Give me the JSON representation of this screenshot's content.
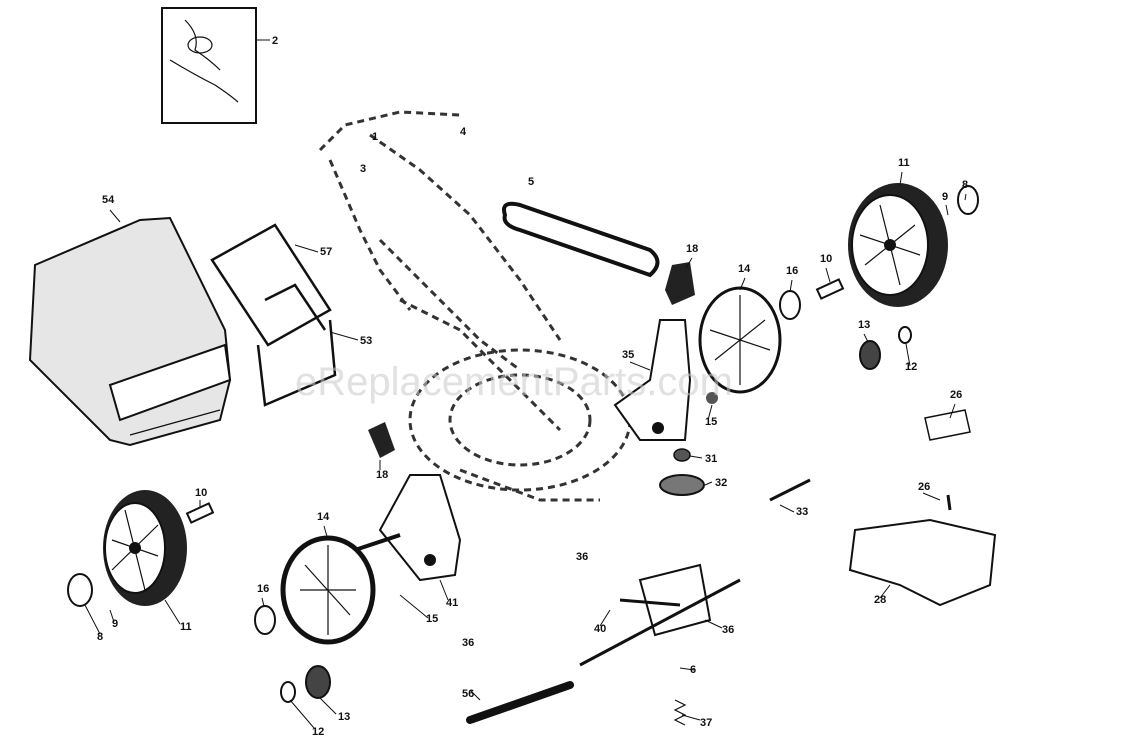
{
  "watermark": "eReplacementParts.com",
  "corner_mark": "",
  "part_labels": {
    "p2": "2",
    "p1": "1",
    "p4": "4",
    "p3": "3",
    "p5": "5",
    "p54": "54",
    "p57": "57",
    "p53": "53",
    "p18a": "18",
    "p18b": "18",
    "p14a": "14",
    "p14b": "14",
    "p16a": "16",
    "p16b": "16",
    "p10a": "10",
    "p10b": "10",
    "p11a": "11",
    "p11b": "11",
    "p9a": "9",
    "p9b": "9",
    "p8a": "8",
    "p8b": "8",
    "p13a": "13",
    "p13b": "13",
    "p12a": "12",
    "p12b": "12",
    "p35": "35",
    "p15a": "15",
    "p15b": "15",
    "p26a": "26",
    "p26b": "26",
    "p28": "28",
    "p31": "31",
    "p32": "32",
    "p33": "33",
    "p36a": "36",
    "p36b": "36",
    "p36c": "36",
    "p40": "40",
    "p41": "41",
    "p6": "6",
    "p37": "37",
    "p56": "56"
  }
}
